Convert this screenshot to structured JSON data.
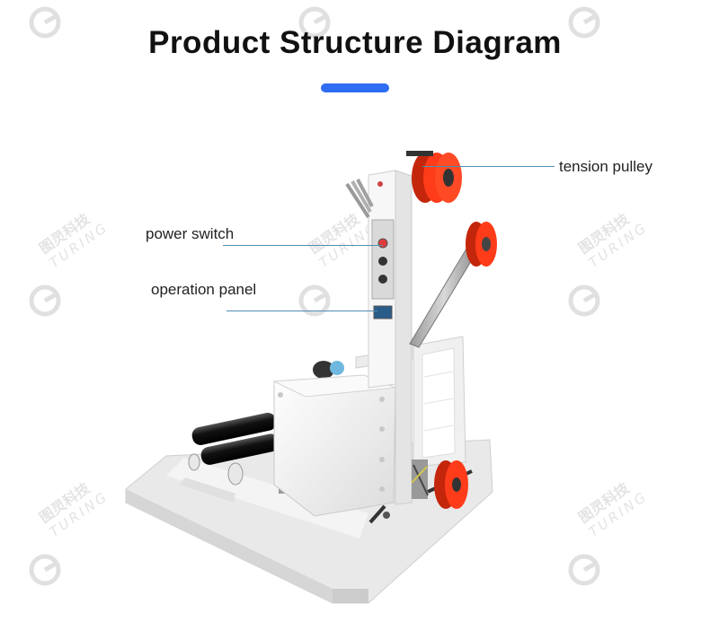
{
  "header": {
    "title": "Product Structure Diagram",
    "accent_color": "#2f6df2"
  },
  "callouts": {
    "tension_pulley": "tension pulley",
    "power_switch": "power switch",
    "operation_panel": "operation panel",
    "line_color": "#4f8fb3"
  },
  "watermark": {
    "brand_cn": "图灵科技",
    "brand_en": "TURING",
    "icon": "turing-logo-icon"
  },
  "machine": {
    "frame_color": "#f2f2f2",
    "pulley_color": "#ff3c1a",
    "roller_color": "#1a1a1a"
  }
}
